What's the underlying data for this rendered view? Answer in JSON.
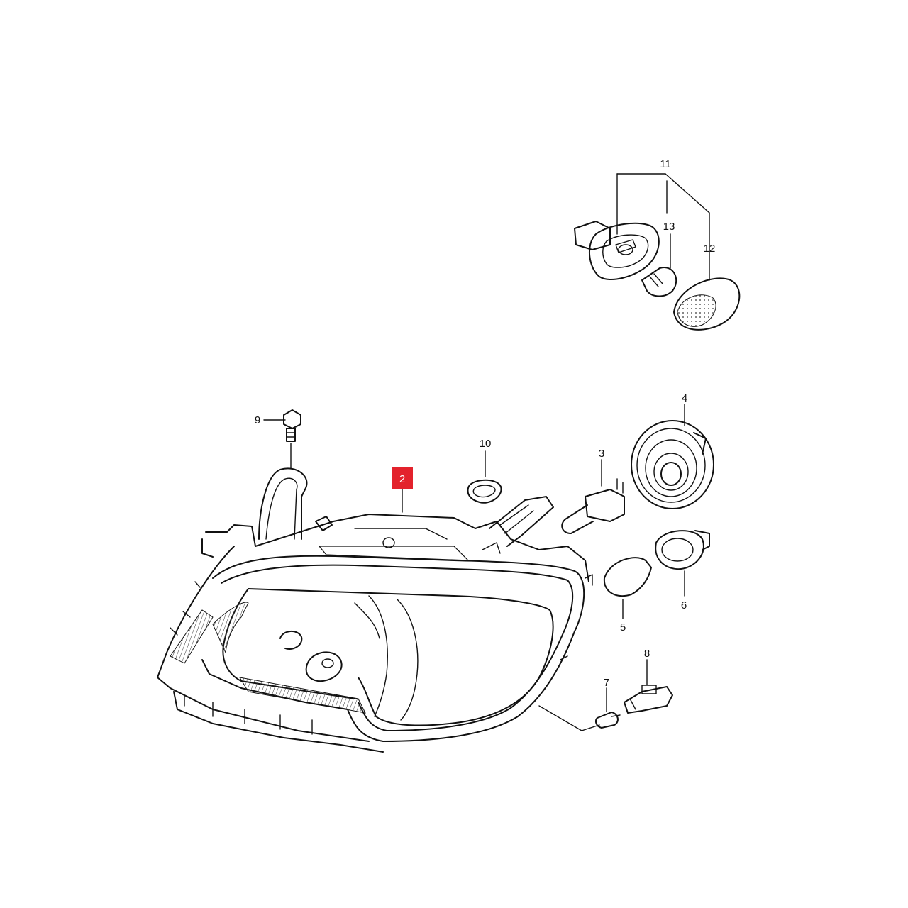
{
  "callouts": {
    "c2": "2",
    "c3": "3",
    "c4": "4",
    "c5": "5",
    "c6": "6",
    "c7": "7",
    "c8": "8",
    "c9": "9",
    "c10": "10",
    "c11": "11",
    "c12": "12",
    "c13": "13"
  },
  "colors": {
    "highlight": "#e3222c",
    "line": "#111111"
  },
  "highlighted_callout": "2"
}
